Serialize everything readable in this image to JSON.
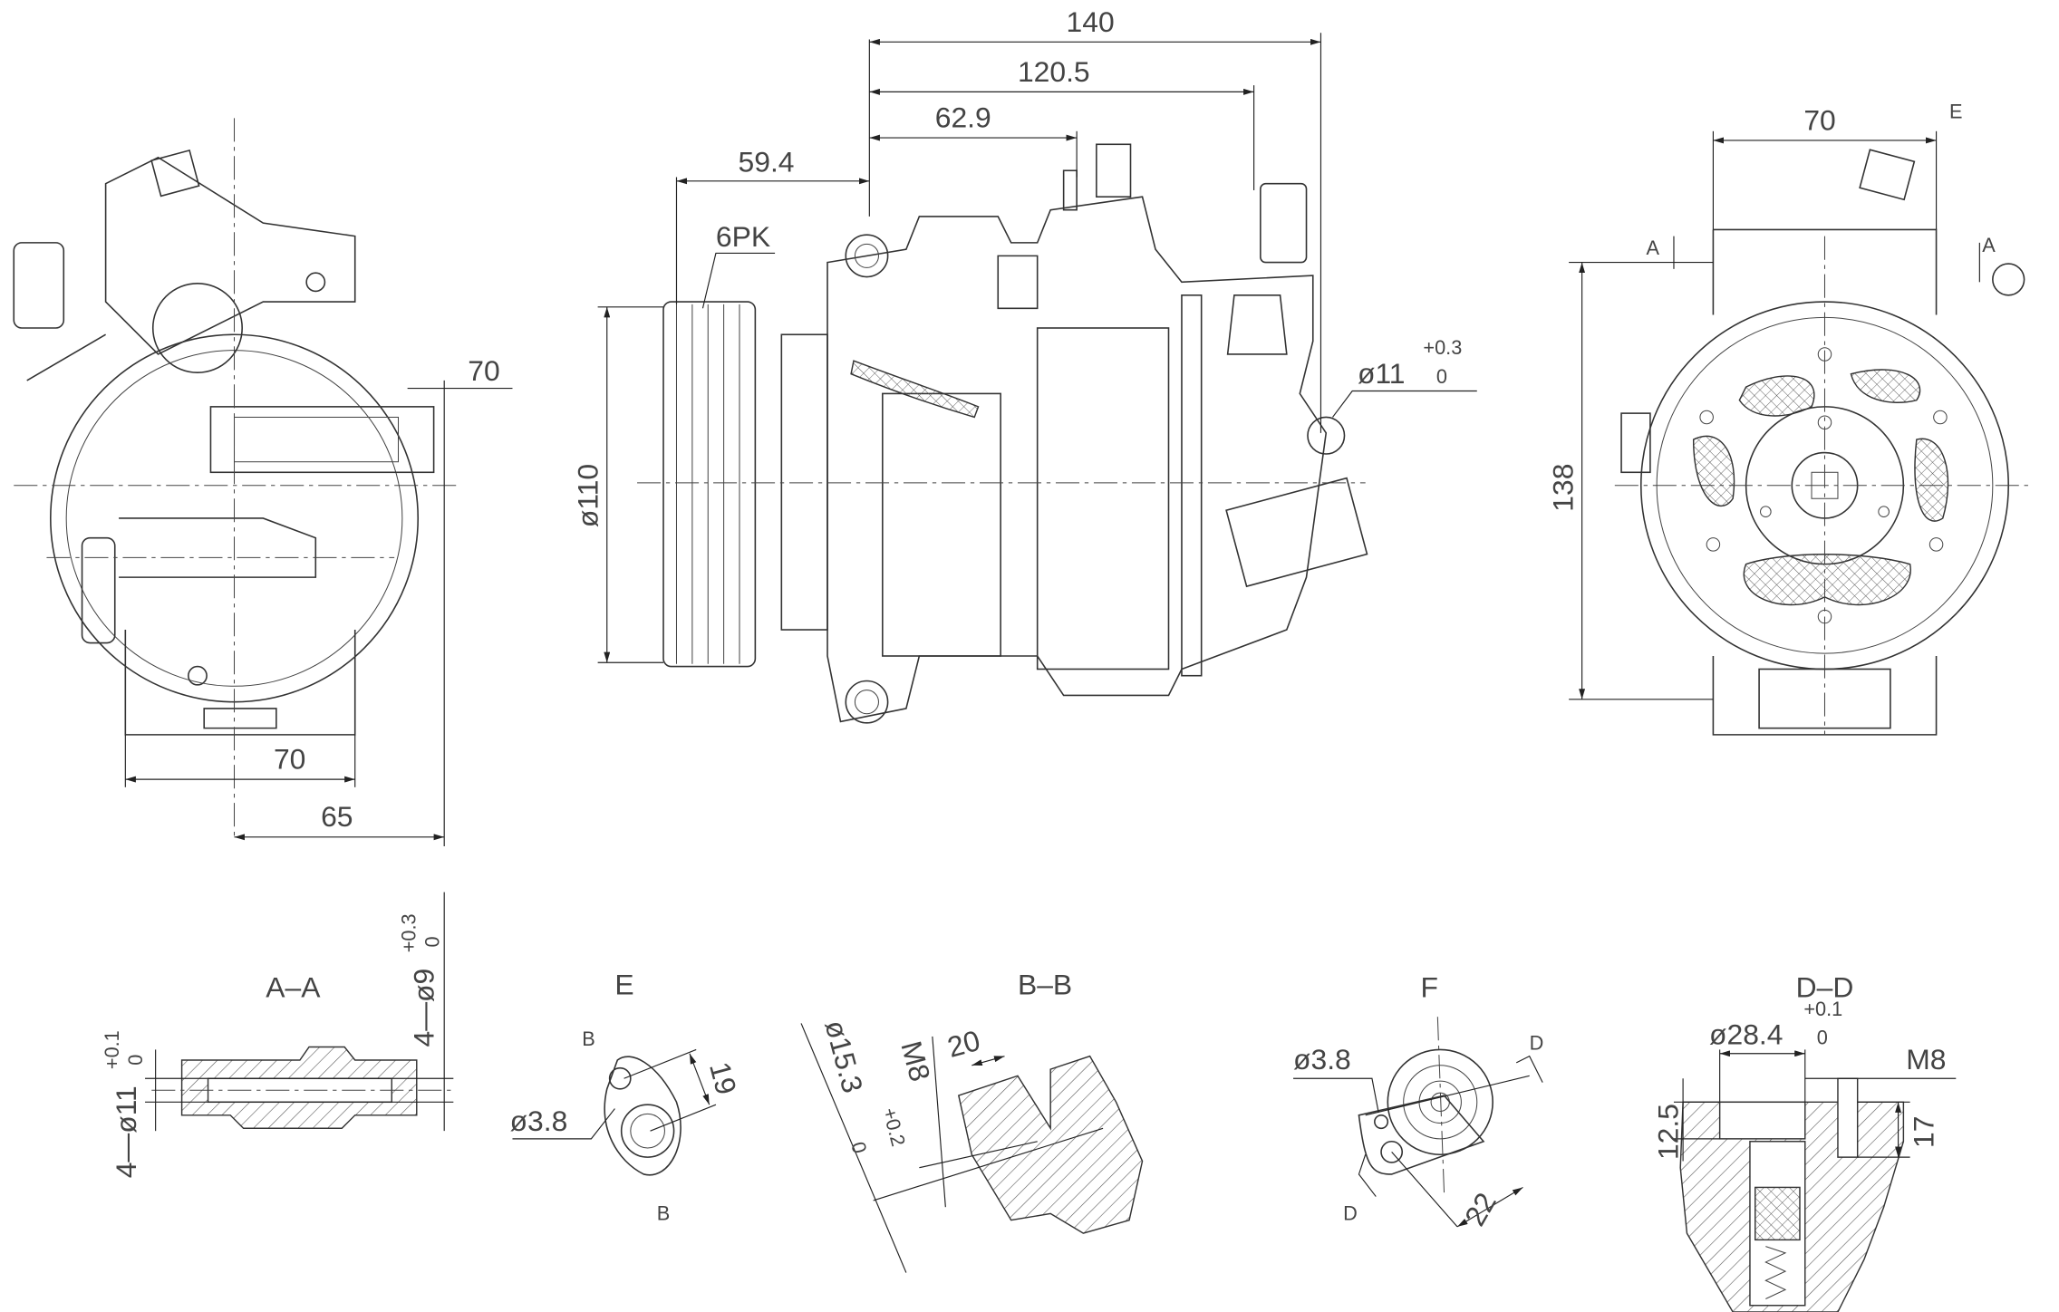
{
  "drawing": {
    "main_views": {
      "left_view": {
        "dim_width_70": "70",
        "dim_bottom_70": "70",
        "dim_bottom_65": "65"
      },
      "side_view": {
        "dim_140": "140",
        "dim_120_5": "120.5",
        "dim_62_9": "62.9",
        "dim_59_4": "59.4",
        "pulley_label": "6PK",
        "pulley_diameter": "ø110",
        "port_diameter": "ø11",
        "port_tol_upper": "+0.3",
        "port_tol_lower": "0"
      },
      "rear_view": {
        "dim_70": "70",
        "dim_138": "138",
        "section_a_left": "A",
        "section_a_right": "A",
        "detail_e": "E"
      }
    },
    "sections": {
      "aa": {
        "title": "A–A",
        "hole_dia": "4—ø11",
        "hole_tol_upper": "+0.1",
        "hole_tol_lower": "0",
        "bore_dia": "4—ø9",
        "bore_tol_upper": "+0.3",
        "bore_tol_lower": "0"
      },
      "e": {
        "title": "E",
        "cut_top": "B",
        "cut_bottom": "B",
        "hole": "ø3.8",
        "dim_19": "19"
      },
      "bb": {
        "title": "B–B",
        "dia": "ø15.3",
        "dia_tol_upper": "+0.2",
        "dia_tol_lower": "0",
        "thread": "M8",
        "dim_20": "20"
      },
      "f": {
        "title": "F",
        "hole": "ø3.8",
        "cut_top": "D",
        "cut_bottom": "D",
        "dim_22": "22"
      },
      "dd": {
        "title": "D–D",
        "dia": "ø28.4",
        "dia_tol_upper": "+0.1",
        "dia_tol_lower": "0",
        "thread": "M8",
        "dim_12_5": "12.5",
        "dim_17": "17"
      }
    }
  }
}
